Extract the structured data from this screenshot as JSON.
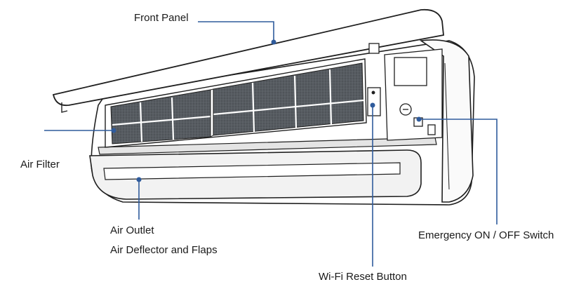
{
  "diagram": {
    "labels": {
      "front_panel": "Front Panel",
      "air_filter": "Air Filter",
      "air_outlet": "Air Outlet",
      "air_deflector": "Air Deflector and Flaps",
      "wifi_reset": "Wi-Fi Reset Button",
      "emergency_switch": "Emergency ON / OFF Switch"
    },
    "colors": {
      "leader_line": "#2f5b9c",
      "outline": "#1f1f1f",
      "filter_mesh": "#555a60",
      "body_fill": "#ffffff",
      "shade_fill": "#e9e9e9"
    }
  }
}
